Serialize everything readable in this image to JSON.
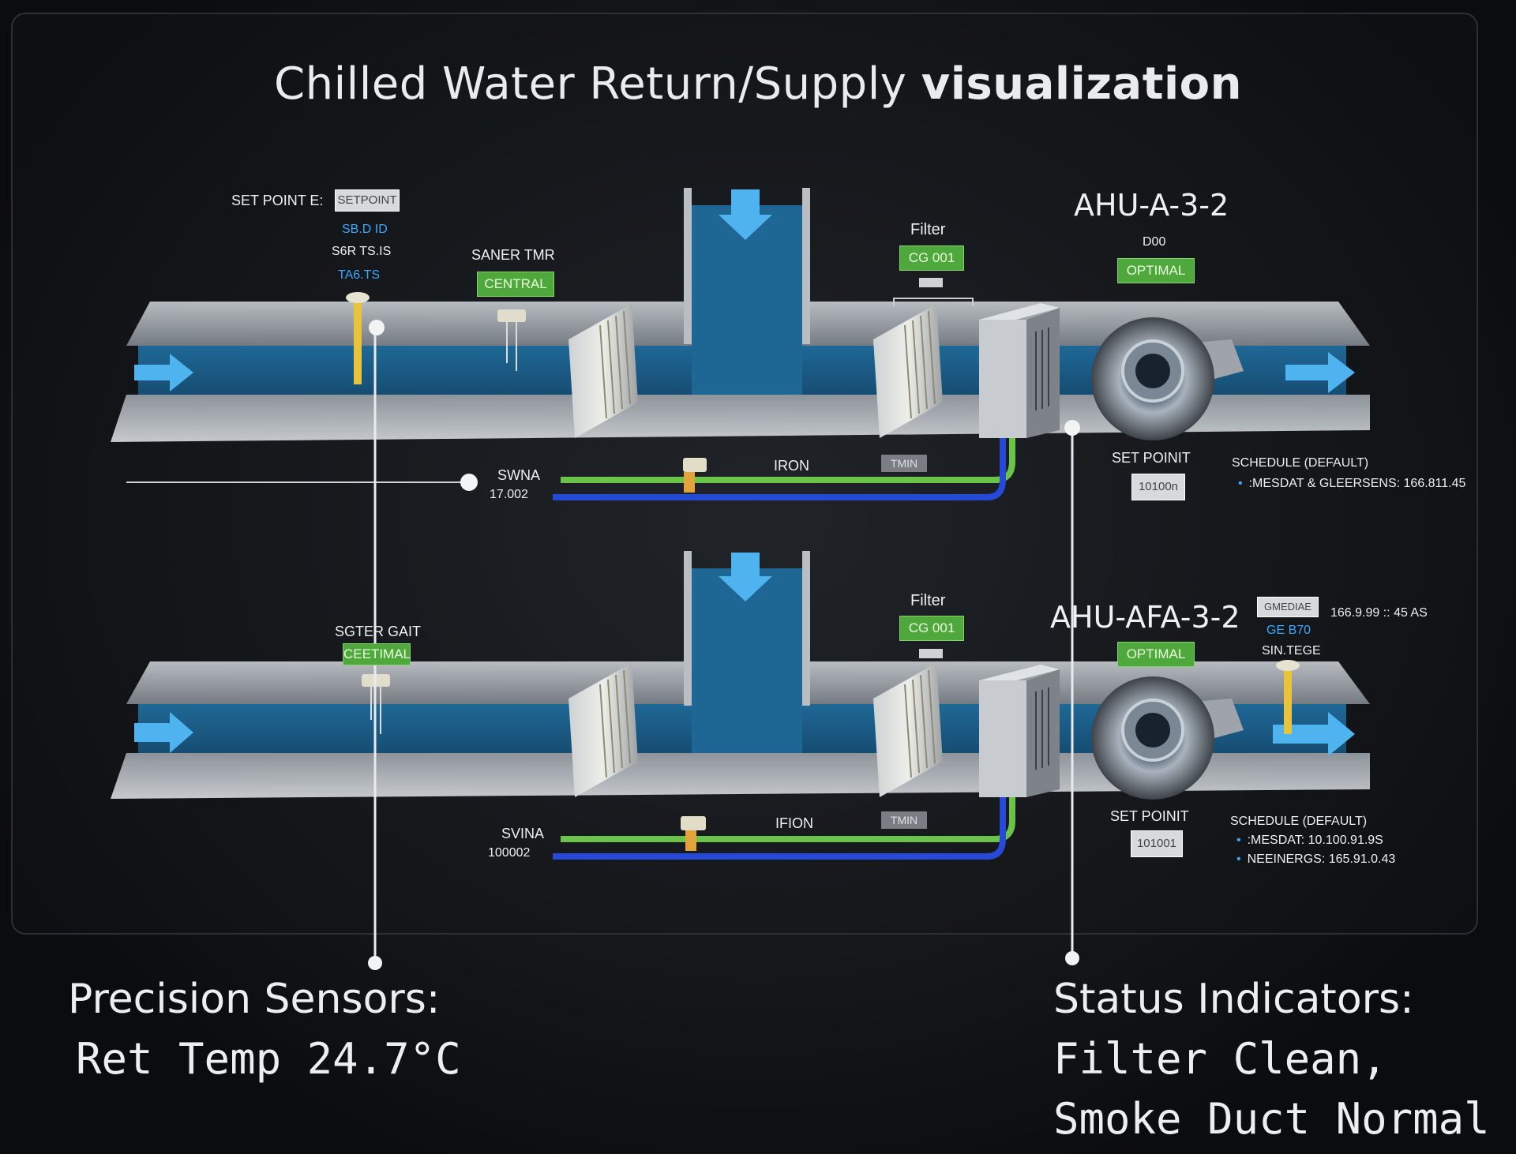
{
  "title": {
    "regular": "Chilled Water Return/Supply ",
    "bold": "visualization"
  },
  "unit_top": {
    "setpoint_label": "SET POINT E:",
    "setpoint_value": "SETPOINT",
    "blue_line1": "SB.D ID",
    "white_line": "S6R TS.IS",
    "blue_line2": "TA6.TS",
    "sensor_label": "SANER TMR",
    "sensor_status": "CENTRAL",
    "filter_label": "Filter",
    "filter_code": "CG 001",
    "ahu_name": "AHU-A-3-2",
    "ahu_sub": "D00",
    "ahu_status": "OPTIMAL",
    "pipe_label": "IRON",
    "pipe_tag": "TMIN",
    "valve_label": "SWNA",
    "valve_value": "17.002",
    "setpoint2_label": "SET POINIT",
    "setpoint2_value": "10100n",
    "schedule_title": "SCHEDULE (DEFAULT)",
    "schedule_items": [
      ":MESDAT & GLEERSENS: 166.811.45"
    ]
  },
  "unit_bottom": {
    "sensor_label": "SGTER GAIT",
    "sensor_status": "CEETIMAL",
    "filter_label": "Filter",
    "filter_code": "CG 001",
    "ahu_name": "AHU-AFA-3-2",
    "ahu_status": "OPTIMAL",
    "side_tag": "GMEDIAE",
    "side_value": "166.9.99 :: 45 AS",
    "side_blue1": "GE B70",
    "side_blue2": "SIN.TEGE",
    "pipe_label": "IFION",
    "pipe_tag": "TMIN",
    "valve_label": "SVINA",
    "valve_value": "100002",
    "setpoint2_label": "SET POINIT",
    "setpoint2_value": "101001",
    "schedule_title": "SCHEDULE (DEFAULT)",
    "schedule_items": [
      ":MESDAT: 10.100.91.9S",
      "NEEINERGS: 165.91.0.43"
    ]
  },
  "callouts": {
    "left_title": "Precision Sensors:",
    "left_value": "Ret Temp 24.7°C",
    "right_title": "Status Indicators:",
    "right_line1": "Filter Clean,",
    "right_line2": "Smoke Duct Normal"
  },
  "colors": {
    "duct_water": "#1d5d86",
    "pipe_supply": "#6cc34a",
    "pipe_return": "#2749d8",
    "arrow": "#4fb3f0",
    "status_green": "#4ea83b"
  }
}
